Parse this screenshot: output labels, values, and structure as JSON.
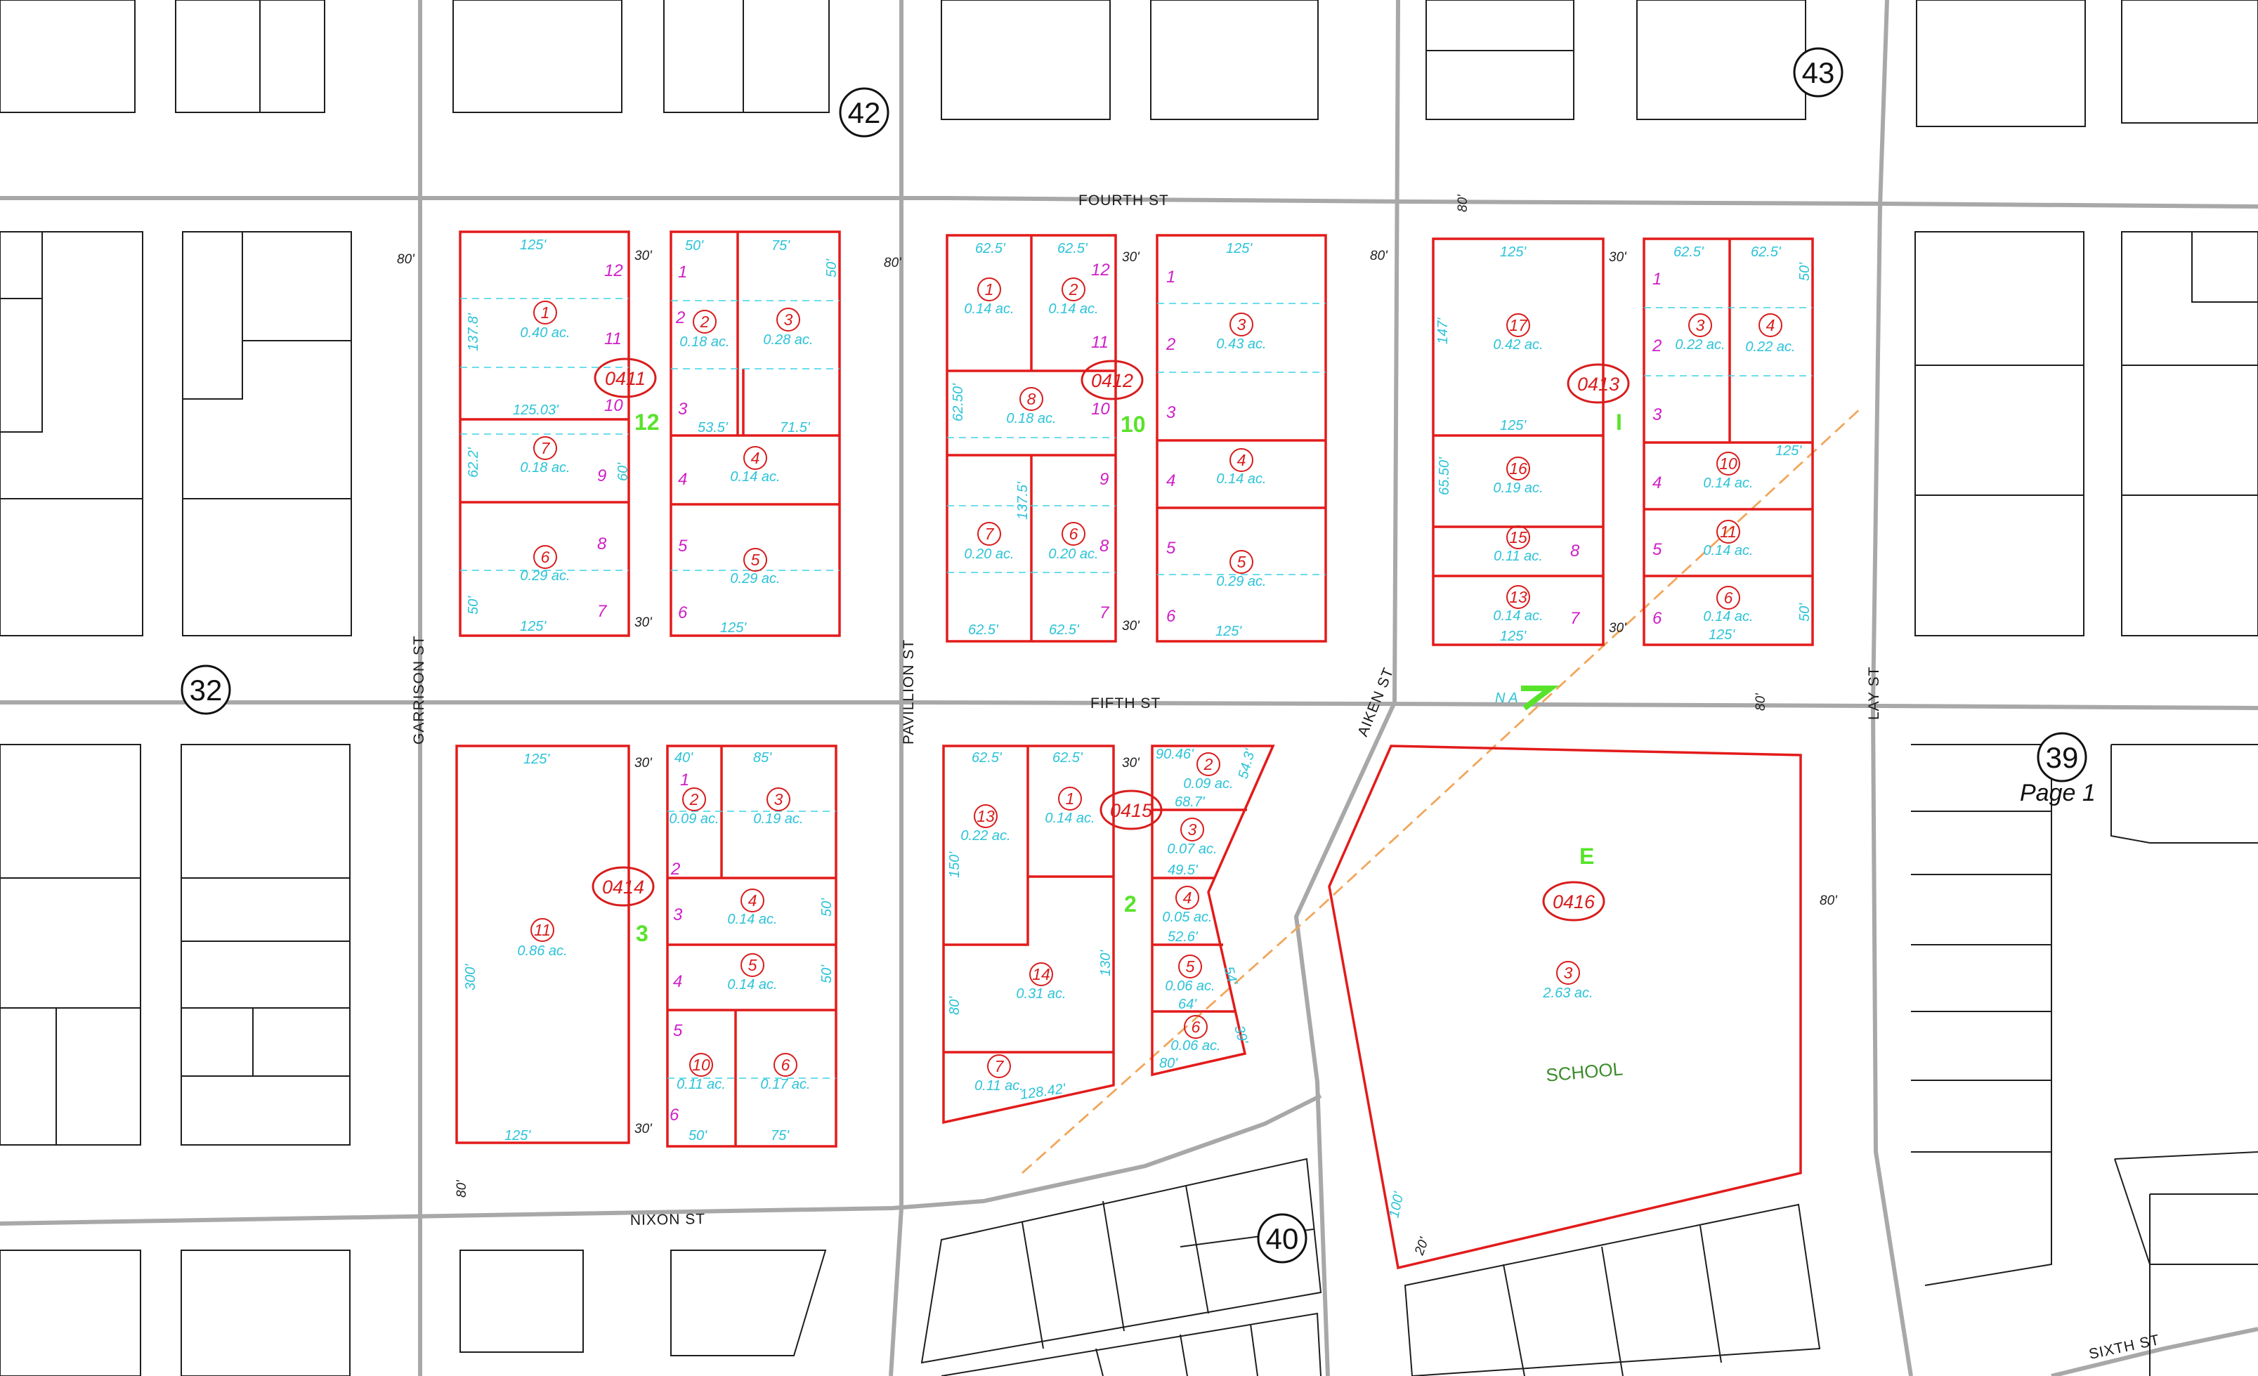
{
  "streets": {
    "fourth": "FOURTH ST",
    "fifth": "FIFTH ST",
    "nixon": "NIXON ST",
    "sixth": "SIXTH ST",
    "garrison": "GARRISON ST",
    "pavillion": "PAVILLION ST",
    "aiken": "AIKEN ST",
    "lay": "LAY ST"
  },
  "pages": {
    "p42": "42",
    "p43": "43",
    "p32": "32",
    "p39": "39",
    "p40": "40",
    "page1": "Page 1"
  },
  "codes": {
    "c0411": "0411",
    "c0412": "0412",
    "c0413": "0413",
    "c0414": "0414",
    "c0415": "0415",
    "c0416": "0416"
  },
  "blocks": {
    "b12": "12",
    "b10": "10",
    "bI": "I",
    "b3": "3",
    "b2": "2",
    "bE": "E"
  },
  "widths": {
    "w80": "80'",
    "w30": "30'",
    "w20": "20'",
    "w100": "100'"
  },
  "lots": {
    "l1": "1",
    "l2": "2",
    "l3": "3",
    "l4": "4",
    "l5": "5",
    "l6": "6",
    "l7": "7",
    "l8": "8",
    "l9": "9",
    "l10": "10",
    "l11": "11",
    "l12": "12",
    "l13": "13",
    "l14": "14",
    "l15": "15",
    "l16": "16",
    "l17": "17"
  },
  "acres": {
    "a040": "0.40 ac.",
    "a018": "0.18 ac.",
    "a029": "0.29 ac.",
    "a028": "0.28 ac.",
    "a014": "0.14 ac.",
    "a043": "0.43 ac.",
    "a020": "0.20 ac.",
    "a042": "0.42 ac.",
    "a019": "0.19 ac.",
    "a011": "0.11 ac.",
    "a022": "0.22 ac.",
    "a086": "0.86 ac.",
    "a009": "0.09 ac.",
    "a017": "0.17 ac.",
    "a007": "0.07 ac.",
    "a005": "0.05 ac.",
    "a006": "0.06 ac.",
    "a031": "0.31 ac.",
    "a263": "2.63 ac."
  },
  "dims": {
    "d125": "125'",
    "d1378": "137.8'",
    "d12503": "125.03'",
    "d622": "62.2'",
    "d60": "60'",
    "d50": "50'",
    "d75": "75'",
    "d535": "53.5'",
    "d715": "71.5'",
    "d625": "62.5'",
    "d6250": "62.50'",
    "d1375": "137.5'",
    "d147": "147'",
    "d6550": "65.50'",
    "d40": "40'",
    "d85": "85'",
    "d300": "300'",
    "d150": "150'",
    "d80": "80'",
    "d130": "130'",
    "d12842": "128.42'",
    "d9046": "90.46'",
    "d543": "54.3'",
    "d687": "68.7'",
    "d495": "49.5'",
    "d526": "52.6'",
    "d64": "64'",
    "d54": "54'",
    "d39": "39'"
  },
  "labels": {
    "school": "SCHOOL",
    "na": "N A"
  },
  "colors": {
    "parcel": "#e31b1b",
    "dimension": "#2cc3d8",
    "lot_pink": "#d01ec7",
    "block": "#58e32a",
    "street": "#a8a8a8",
    "school": "#3c8c2a"
  }
}
